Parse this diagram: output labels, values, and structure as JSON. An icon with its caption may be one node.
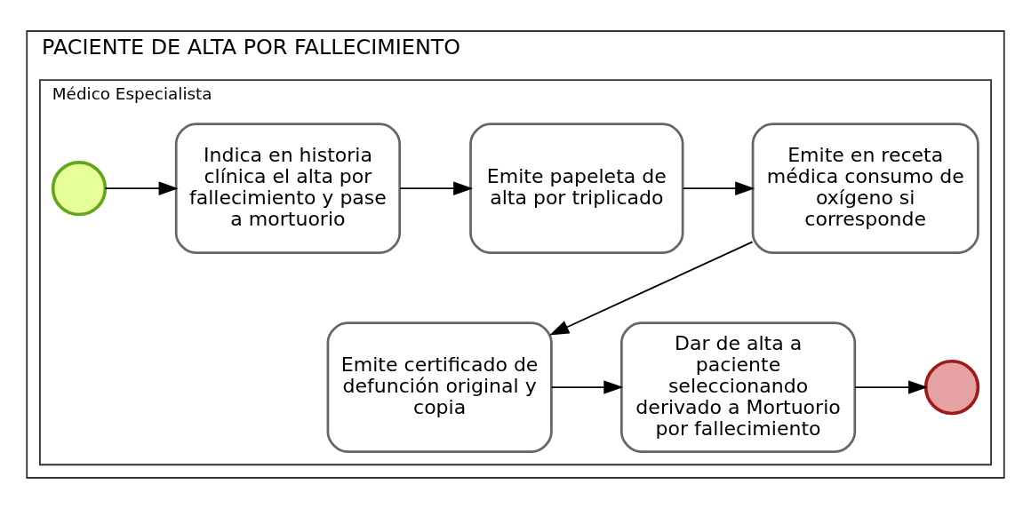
{
  "diagram": {
    "nodes": [
      {
        "text": [
          "PACIENTE DE ALTA POR FALLECIMIENTO"
        ]
      },
      {
        "text": [
          "Médico Especialista"
        ],
        "in": 0
      },
      {
        "text": [],
        "shape": "circle",
        "in": 1
      },
      {
        "text": [
          "Indica en historia clínica el alta por fallecimiento y pase a mortuorio"
        ],
        "in": 1
      },
      {
        "text": [
          "Emite papeleta de alta por triplicado"
        ],
        "in": 1
      },
      {
        "text": [
          "Emite en receta médica consumo de oxígeno si corresponde"
        ],
        "in": 1
      },
      {
        "text": [],
        "shape": "circle",
        "in": 1
      },
      {
        "text": [
          "Dar de alta a paciente seleccionando derivado a Mortuorio por fallecimiento"
        ],
        "in": 1
      },
      {
        "text": [
          "Emite certificado de defunción original y copia"
        ],
        "in": 1
      }
    ],
    "edges": [
      {
        "from": 2,
        "to": 3,
        "arrow": "to"
      },
      {
        "from": 3,
        "to": 4,
        "arrow": "to"
      },
      {
        "from": 4,
        "to": 5,
        "arrow": "to"
      },
      {
        "from": 5,
        "to": 8,
        "arrow": "to"
      },
      {
        "from": 8,
        "to": 7,
        "arrow": "to"
      },
      {
        "from": 7,
        "to": 6,
        "arrow": "to"
      }
    ]
  }
}
